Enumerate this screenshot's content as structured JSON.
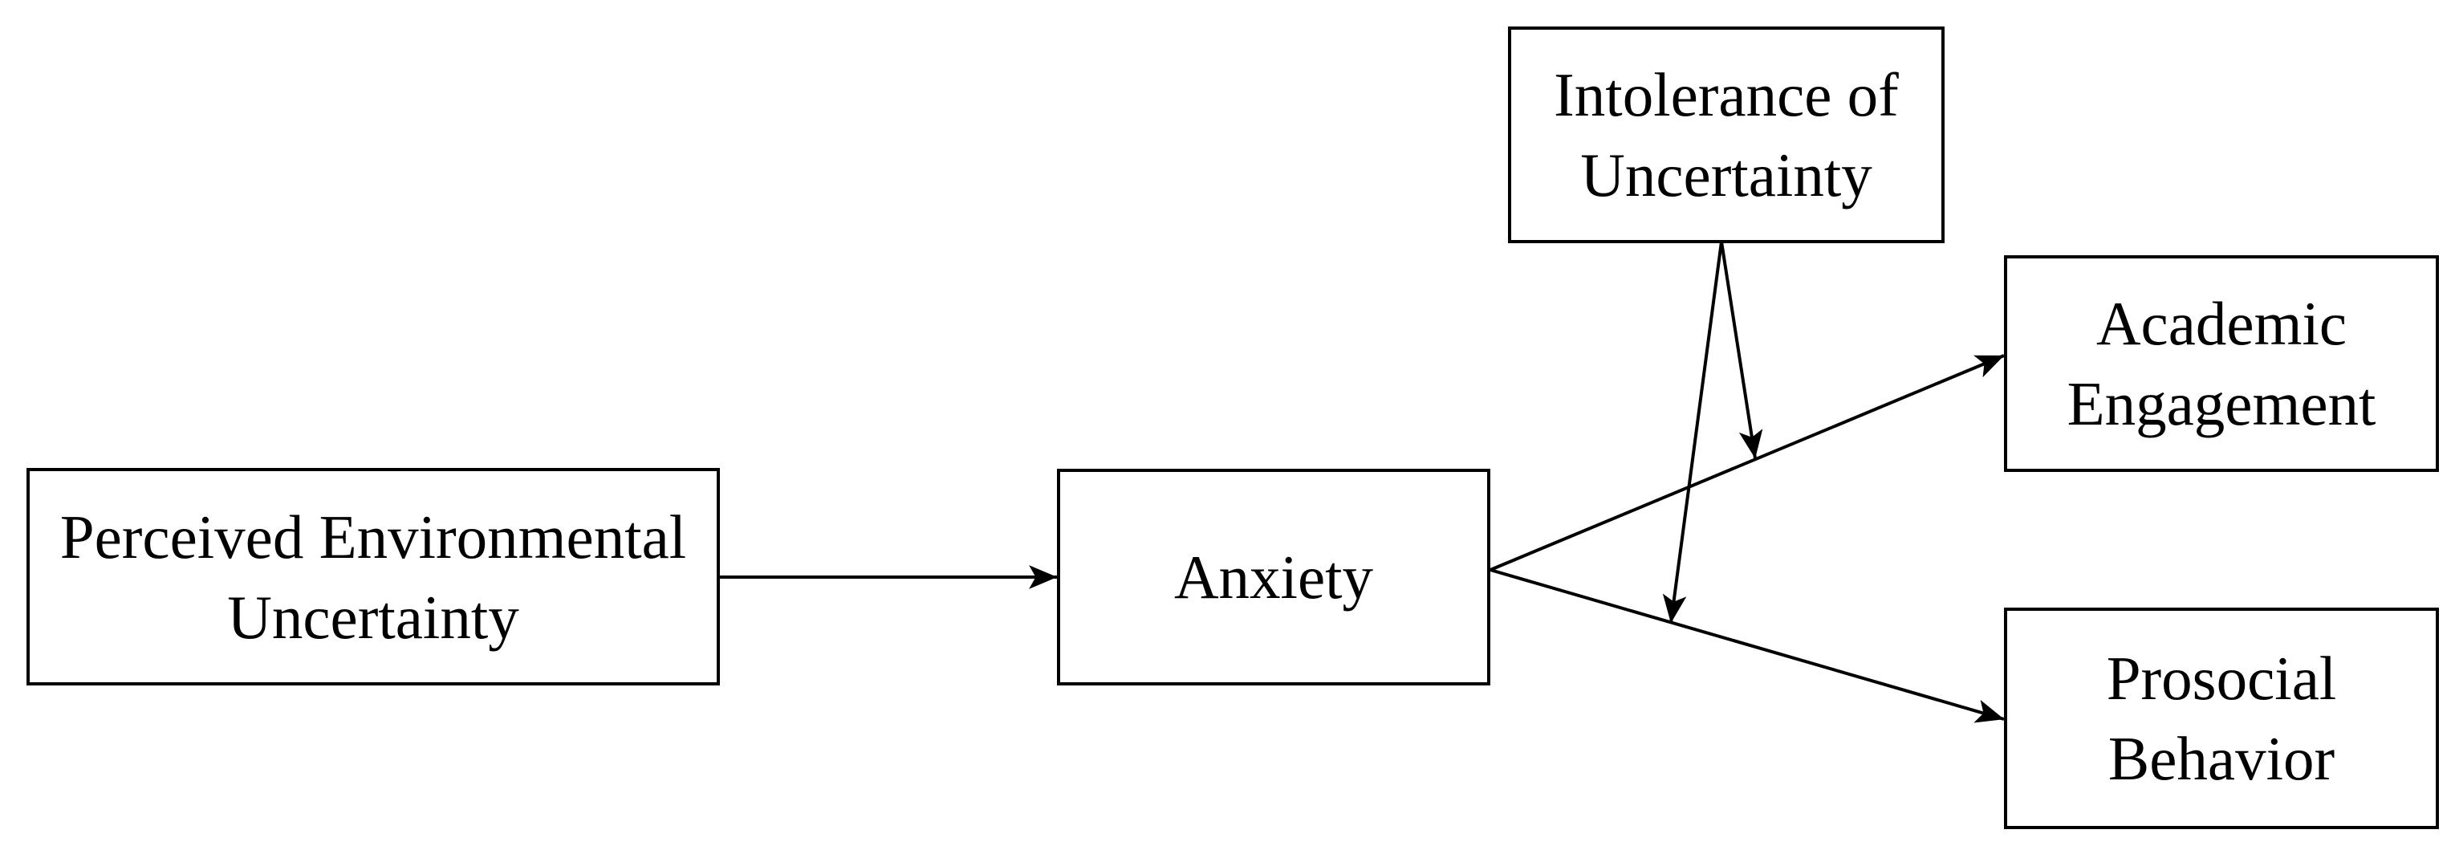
{
  "figure": {
    "type": "path-model-diagram",
    "colors": {
      "background": "#ffffff",
      "box_fill": "#ffffff",
      "line": "#000000",
      "text": "#000000"
    }
  },
  "boxes": [
    {
      "id": "perceived-environmental-uncertainty",
      "lines": [
        "Perceived Environmental",
        "Uncertainty"
      ]
    },
    {
      "id": "anxiety",
      "lines": [
        "Anxiety"
      ]
    },
    {
      "id": "intolerance-of-uncertainty",
      "lines": [
        "Intolerance of",
        "Uncertainty"
      ]
    },
    {
      "id": "academic-engagement",
      "lines": [
        "Academic",
        "Engagement"
      ]
    },
    {
      "id": "prosocial-behavior",
      "lines": [
        "Prosocial",
        "Behavior"
      ]
    }
  ],
  "arrows": [
    {
      "from": "perceived-environmental-uncertainty",
      "to": "anxiety",
      "kind": "direct"
    },
    {
      "from": "anxiety",
      "to": "academic-engagement",
      "kind": "direct"
    },
    {
      "from": "anxiety",
      "to": "prosocial-behavior",
      "kind": "direct"
    },
    {
      "from": "intolerance-of-uncertainty",
      "to": "path anxiety to academic-engagement",
      "kind": "moderation"
    },
    {
      "from": "intolerance-of-uncertainty",
      "to": "path anxiety to prosocial-behavior",
      "kind": "moderation"
    }
  ]
}
